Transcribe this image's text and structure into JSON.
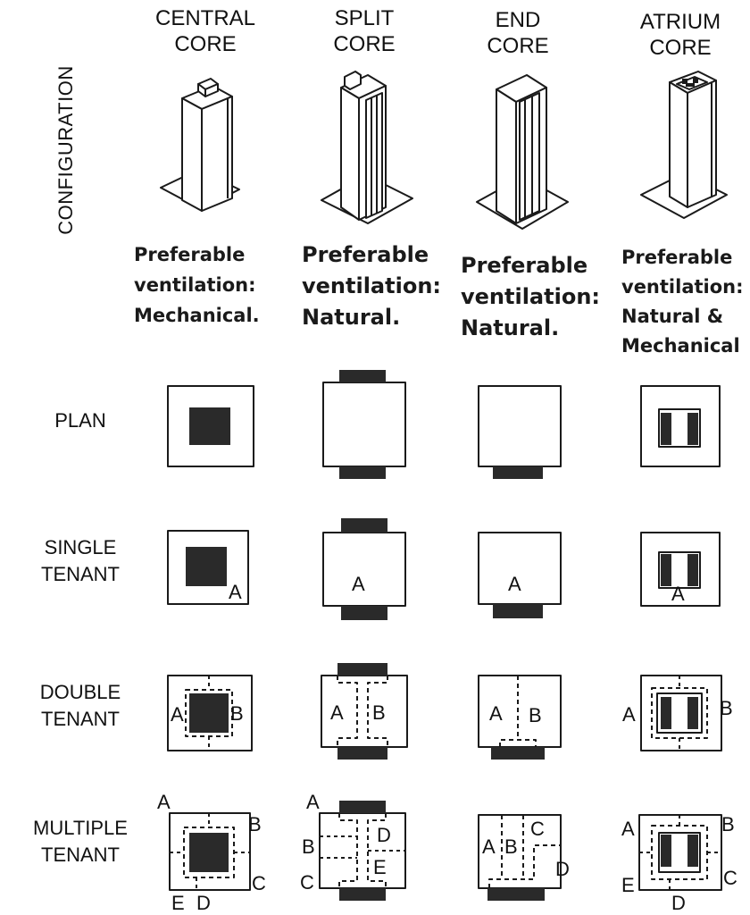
{
  "columns": [
    {
      "title_line1": "CENTRAL",
      "title_line2": "CORE",
      "vent": [
        "Preferable",
        "ventilation:",
        "Mechanical."
      ]
    },
    {
      "title_line1": "SPLIT",
      "title_line2": "CORE",
      "vent": [
        "Preferable",
        "ventilation:",
        "Natural."
      ]
    },
    {
      "title_line1": "END",
      "title_line2": "CORE",
      "vent": [
        "Preferable",
        "ventilation:",
        "Natural."
      ]
    },
    {
      "title_line1": "ATRIUM",
      "title_line2": "CORE",
      "vent": [
        "Preferable",
        "ventilation:",
        "Natural &",
        "Mechanical"
      ]
    }
  ],
  "side_label": "CONFIGURATION",
  "rows": {
    "plan": [
      "PLAN"
    ],
    "single": [
      "SINGLE",
      "TENANT"
    ],
    "double": [
      "DOUBLE",
      "TENANT"
    ],
    "multiple": [
      "MULTIPLE",
      "TENANT"
    ]
  },
  "tenants": {
    "a": "A",
    "b": "B",
    "c": "C",
    "d": "D",
    "e": "E"
  },
  "colors": {
    "ink": "#1a1a1a",
    "core": "#2a2a2a"
  }
}
